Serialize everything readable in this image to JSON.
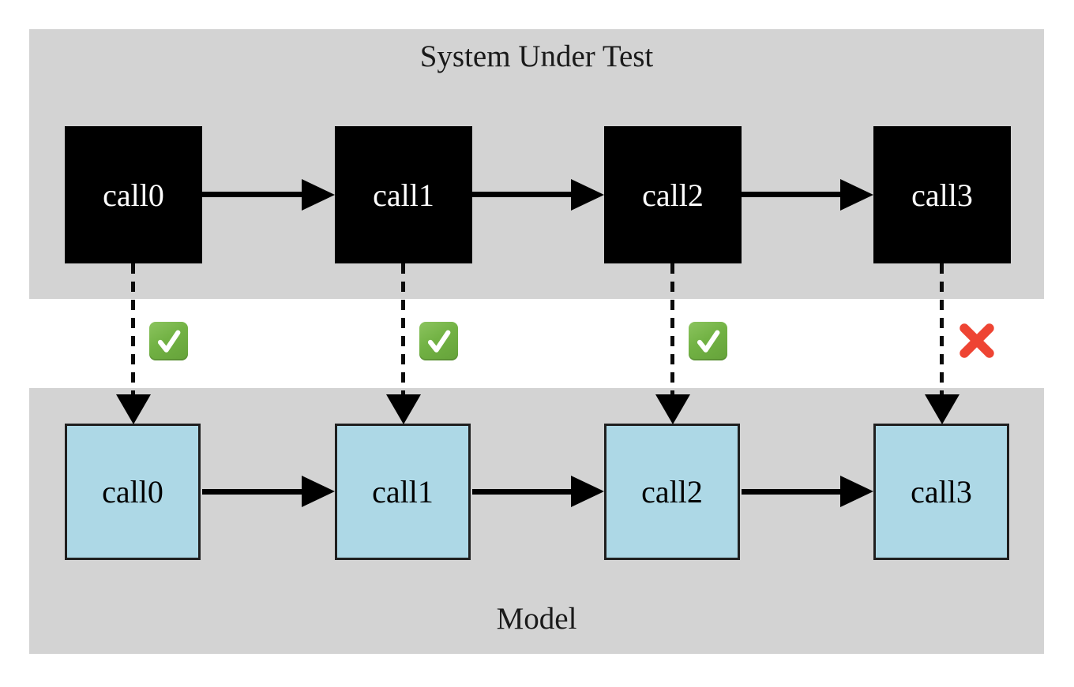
{
  "sut": {
    "title": "System Under Test",
    "calls": [
      {
        "label": "call0"
      },
      {
        "label": "call1"
      },
      {
        "label": "call2"
      },
      {
        "label": "call3"
      }
    ]
  },
  "model": {
    "title": "Model",
    "calls": [
      {
        "label": "call0"
      },
      {
        "label": "call1"
      },
      {
        "label": "call2"
      },
      {
        "label": "call3"
      }
    ]
  },
  "verdicts": [
    {
      "column": "call0",
      "result": "pass",
      "icon": "check-mark-icon"
    },
    {
      "column": "call1",
      "result": "pass",
      "icon": "check-mark-icon"
    },
    {
      "column": "call2",
      "result": "pass",
      "icon": "check-mark-icon"
    },
    {
      "column": "call3",
      "result": "fail",
      "icon": "cross-mark-icon"
    }
  ],
  "colors": {
    "region_background": "#d3d3d3",
    "sut_node_fill": "#000000",
    "sut_node_text": "#ffffff",
    "model_node_fill": "#add8e6",
    "model_node_border": "#1f1f1f",
    "arrow": "#000000",
    "pass_green": "#72b244",
    "fail_red": "#ee4433"
  }
}
